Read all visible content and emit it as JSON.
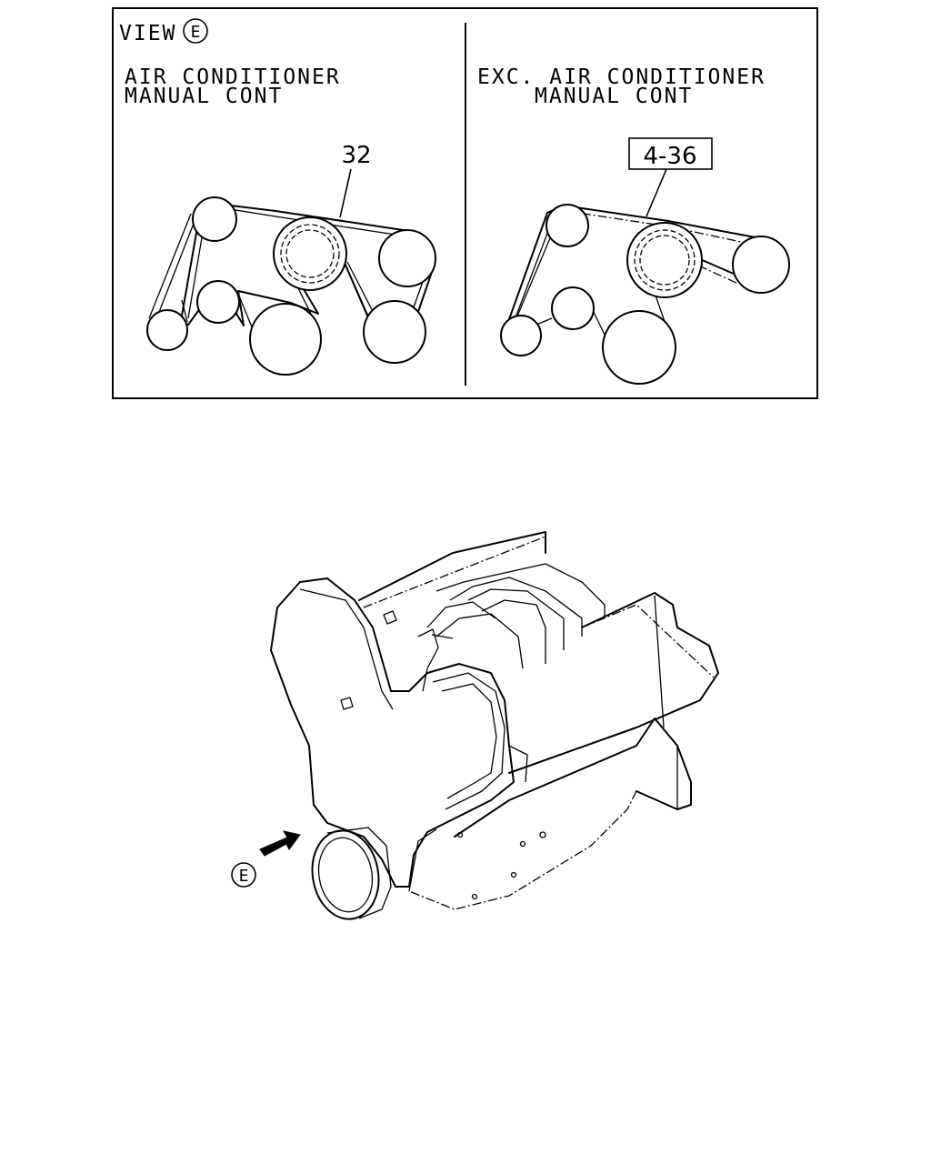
{
  "view": {
    "label": "VIEW",
    "marker": "E"
  },
  "left_panel": {
    "heading_line1": "AIR CONDITIONER",
    "heading_line2": "MANUAL CONT",
    "callout": "32"
  },
  "right_panel": {
    "heading_line1": "EXC. AIR CONDITIONER",
    "heading_line2": "MANUAL CONT",
    "callout": "4-36"
  },
  "engine_view": {
    "marker": "E"
  }
}
